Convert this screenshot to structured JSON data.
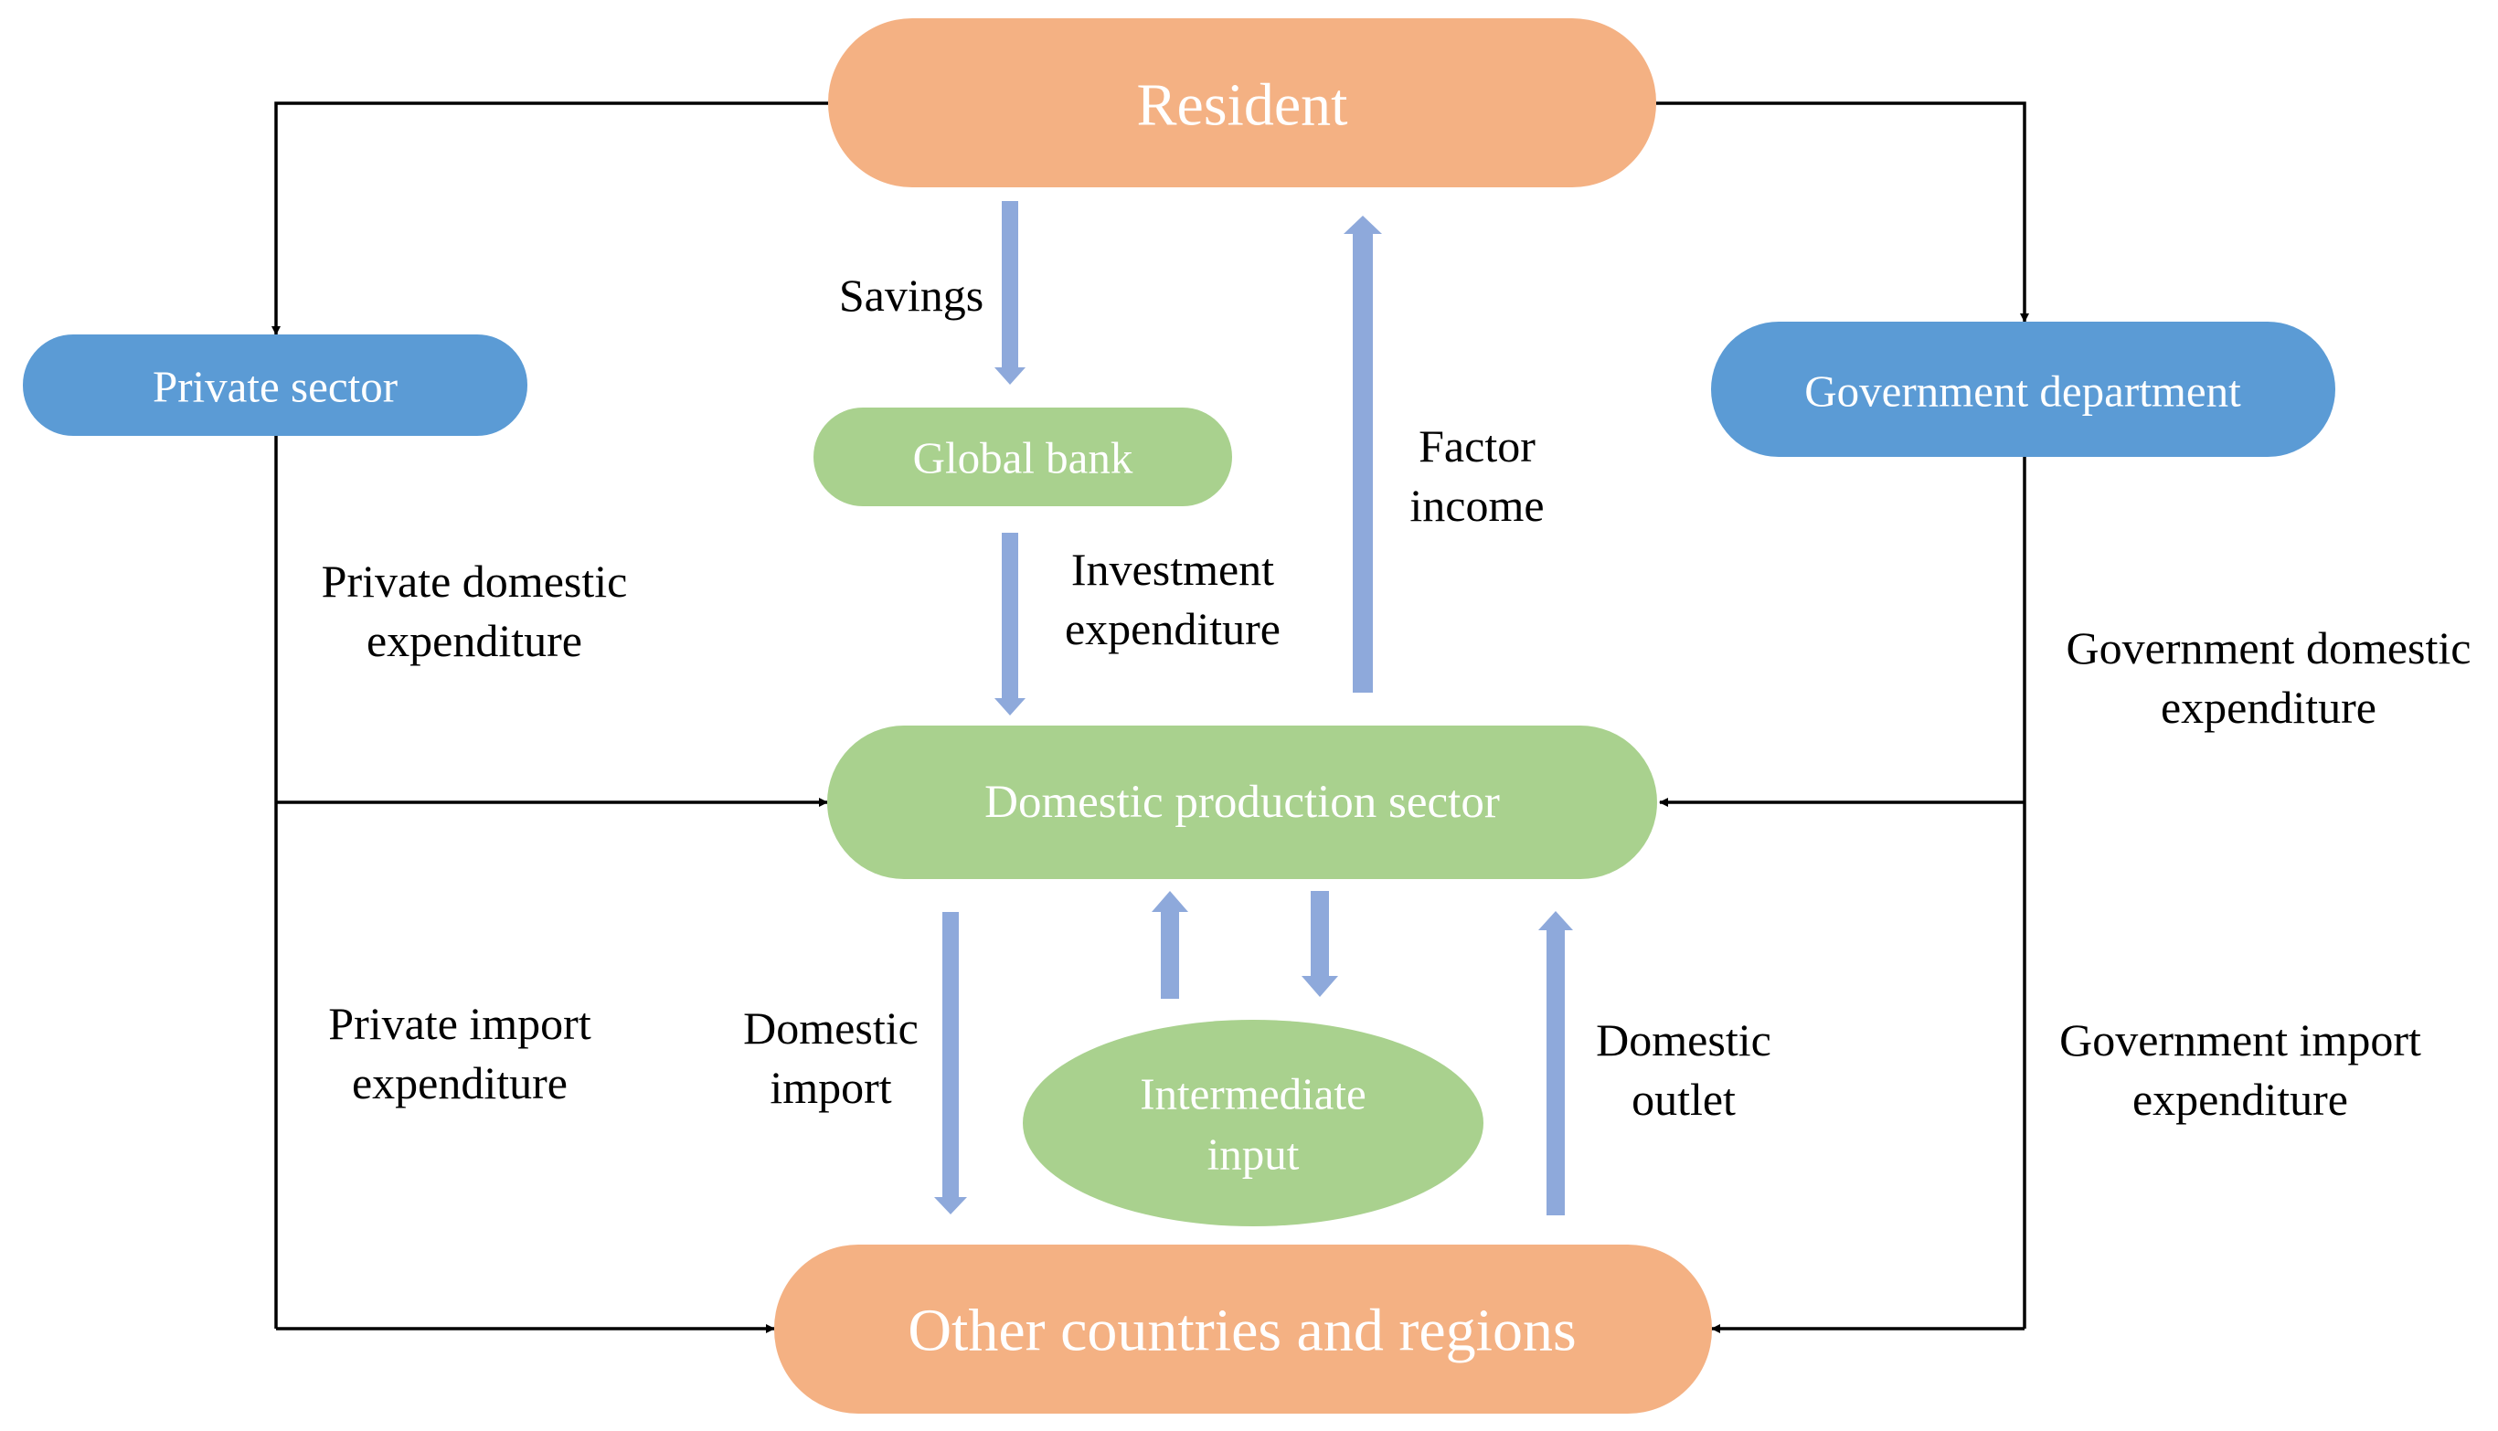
{
  "colors": {
    "orange": "#F4B183",
    "blue": "#5B9BD5",
    "green": "#A9D18E",
    "flow_arrow": "#8EA9DB",
    "line": "#000000",
    "node_text": "#FFFFFF"
  },
  "nodes": {
    "resident": "Resident",
    "private_sector": "Private sector",
    "government_department": "Government department",
    "global_bank": "Global bank",
    "domestic_production_sector": "Domestic production sector",
    "intermediate_input": [
      "Intermediate",
      "input"
    ],
    "other_countries": "Other countries and regions"
  },
  "labels": {
    "savings": "Savings",
    "factor_income": [
      "Factor",
      "income"
    ],
    "investment_expenditure": [
      "Investment",
      "expenditure"
    ],
    "private_domestic_expenditure": [
      "Private domestic",
      "expenditure"
    ],
    "government_domestic_expenditure": [
      "Government domestic",
      "expenditure"
    ],
    "private_import_expenditure": [
      "Private import",
      "expenditure"
    ],
    "domestic_import": [
      "Domestic",
      "import"
    ],
    "domestic_outlet": [
      "Domestic",
      "outlet"
    ],
    "government_import_expenditure": [
      "Government import",
      "expenditure"
    ]
  }
}
